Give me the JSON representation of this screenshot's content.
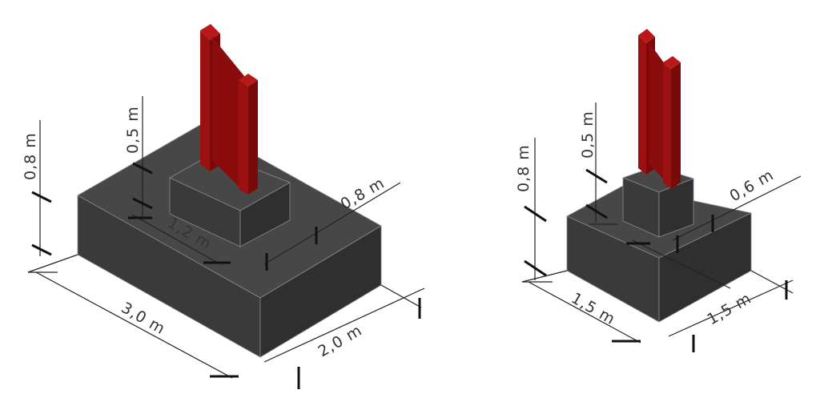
{
  "left": {
    "dims": {
      "length": "3,0 m",
      "width": "2,0 m",
      "height": "0,8 m",
      "pedestal_length": "1,2 m",
      "pedestal_width": "0,8 m",
      "pedestal_height": "0,5 m"
    }
  },
  "right": {
    "dims": {
      "length": "1,5 m",
      "width": "1,5 m",
      "height": "0,8 m",
      "pedestal_length": "0,6 m",
      "pedestal_width": "0,6 m",
      "pedestal_height": "0,5 m"
    }
  },
  "colors": {
    "concrete_top": "#474747",
    "concrete_left": "#3a3a3a",
    "concrete_right": "#2f2f2f",
    "steel_dark": "#7a0a0a",
    "steel_mid": "#9b1010",
    "steel_light": "#b81818"
  }
}
